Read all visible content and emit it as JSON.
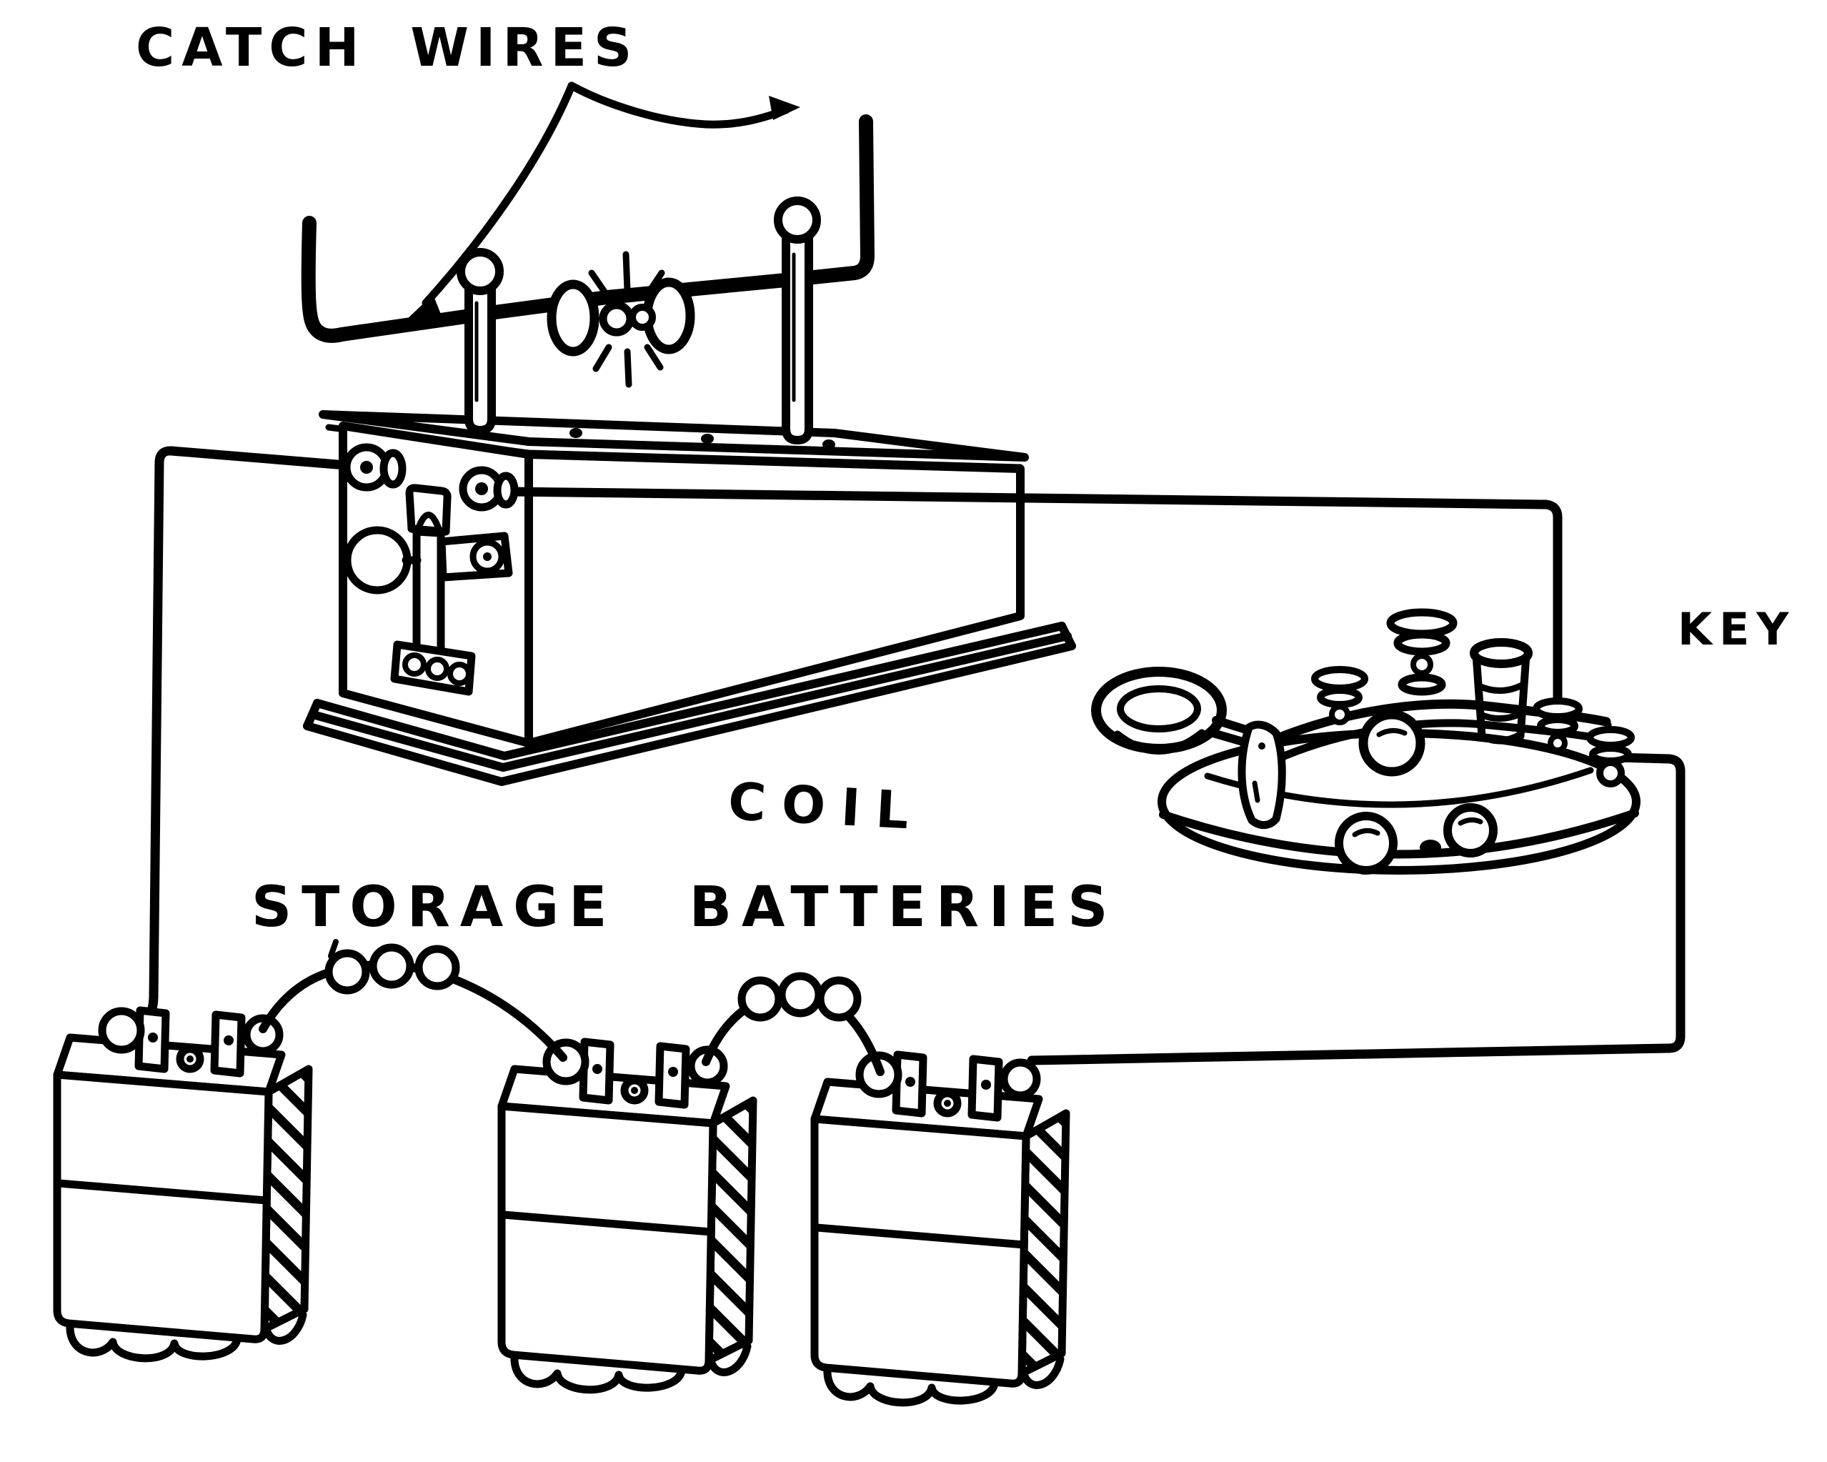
{
  "figure": {
    "background_color": "#ffffff",
    "ink_color": "#000000",
    "labels": {
      "catch_wires": "CATCH WIRES",
      "coil": "COIL",
      "key": "KEY",
      "storage_batteries": "STORAGE BATTERIES"
    }
  }
}
